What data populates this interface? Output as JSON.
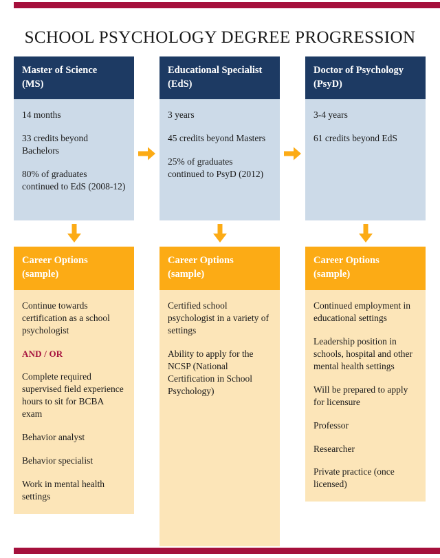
{
  "title": "SCHOOL PSYCHOLOGY DEGREE PROGRESSION",
  "colors": {
    "crimson": "#A5103C",
    "navy": "#1D3A63",
    "amber": "#FCAB15",
    "light_blue": "#CCDAE8",
    "cream": "#FCE5B8"
  },
  "icons": {
    "arrow_right": "arrow-right-icon",
    "arrow_down": "arrow-down-icon"
  },
  "columns": [
    {
      "degree": {
        "header_line1": "Master of Science",
        "header_line2": "(MS)",
        "facts": [
          "14 months",
          "33 credits beyond Bachelors",
          "80% of graduates continued to EdS (2008-12)"
        ]
      },
      "career": {
        "header_line1": "Career Options",
        "header_line2": "(sample)",
        "items": [
          {
            "text": "Continue towards certification as a school psychologist",
            "style": "normal"
          },
          {
            "text": "AND / OR",
            "style": "emphasis"
          },
          {
            "text": "Complete required supervised field experience hours to sit for BCBA exam",
            "style": "normal"
          },
          {
            "text": "Behavior analyst",
            "style": "normal"
          },
          {
            "text": "Behavior specialist",
            "style": "normal"
          },
          {
            "text": "Work in mental health settings",
            "style": "normal"
          }
        ]
      }
    },
    {
      "degree": {
        "header_line1": "Educational Specialist",
        "header_line2": "(EdS)",
        "facts": [
          "3 years",
          "45 credits beyond Masters",
          "25% of graduates continued to PsyD (2012)"
        ]
      },
      "career": {
        "header_line1": "Career Options",
        "header_line2": "(sample)",
        "items": [
          {
            "text": "Certified school psychologist in a variety of settings",
            "style": "normal"
          },
          {
            "text": "Ability to apply for the NCSP (National Certification in School Psychology)",
            "style": "normal"
          }
        ]
      }
    },
    {
      "degree": {
        "header_line1": "Doctor of Psychology",
        "header_line2": "(PsyD)",
        "facts": [
          "3-4 years",
          "61 credits beyond EdS"
        ]
      },
      "career": {
        "header_line1": "Career Options",
        "header_line2": "(sample)",
        "items": [
          {
            "text": "Continued employment in educational settings",
            "style": "normal"
          },
          {
            "text": "Leadership position in schools, hospital and other mental health settings",
            "style": "normal"
          },
          {
            "text": "Will be prepared to apply for licensure",
            "style": "normal"
          },
          {
            "text": "Professor",
            "style": "normal"
          },
          {
            "text": "Researcher",
            "style": "normal"
          },
          {
            "text": "Private practice (once licensed)",
            "style": "normal"
          }
        ]
      }
    }
  ]
}
